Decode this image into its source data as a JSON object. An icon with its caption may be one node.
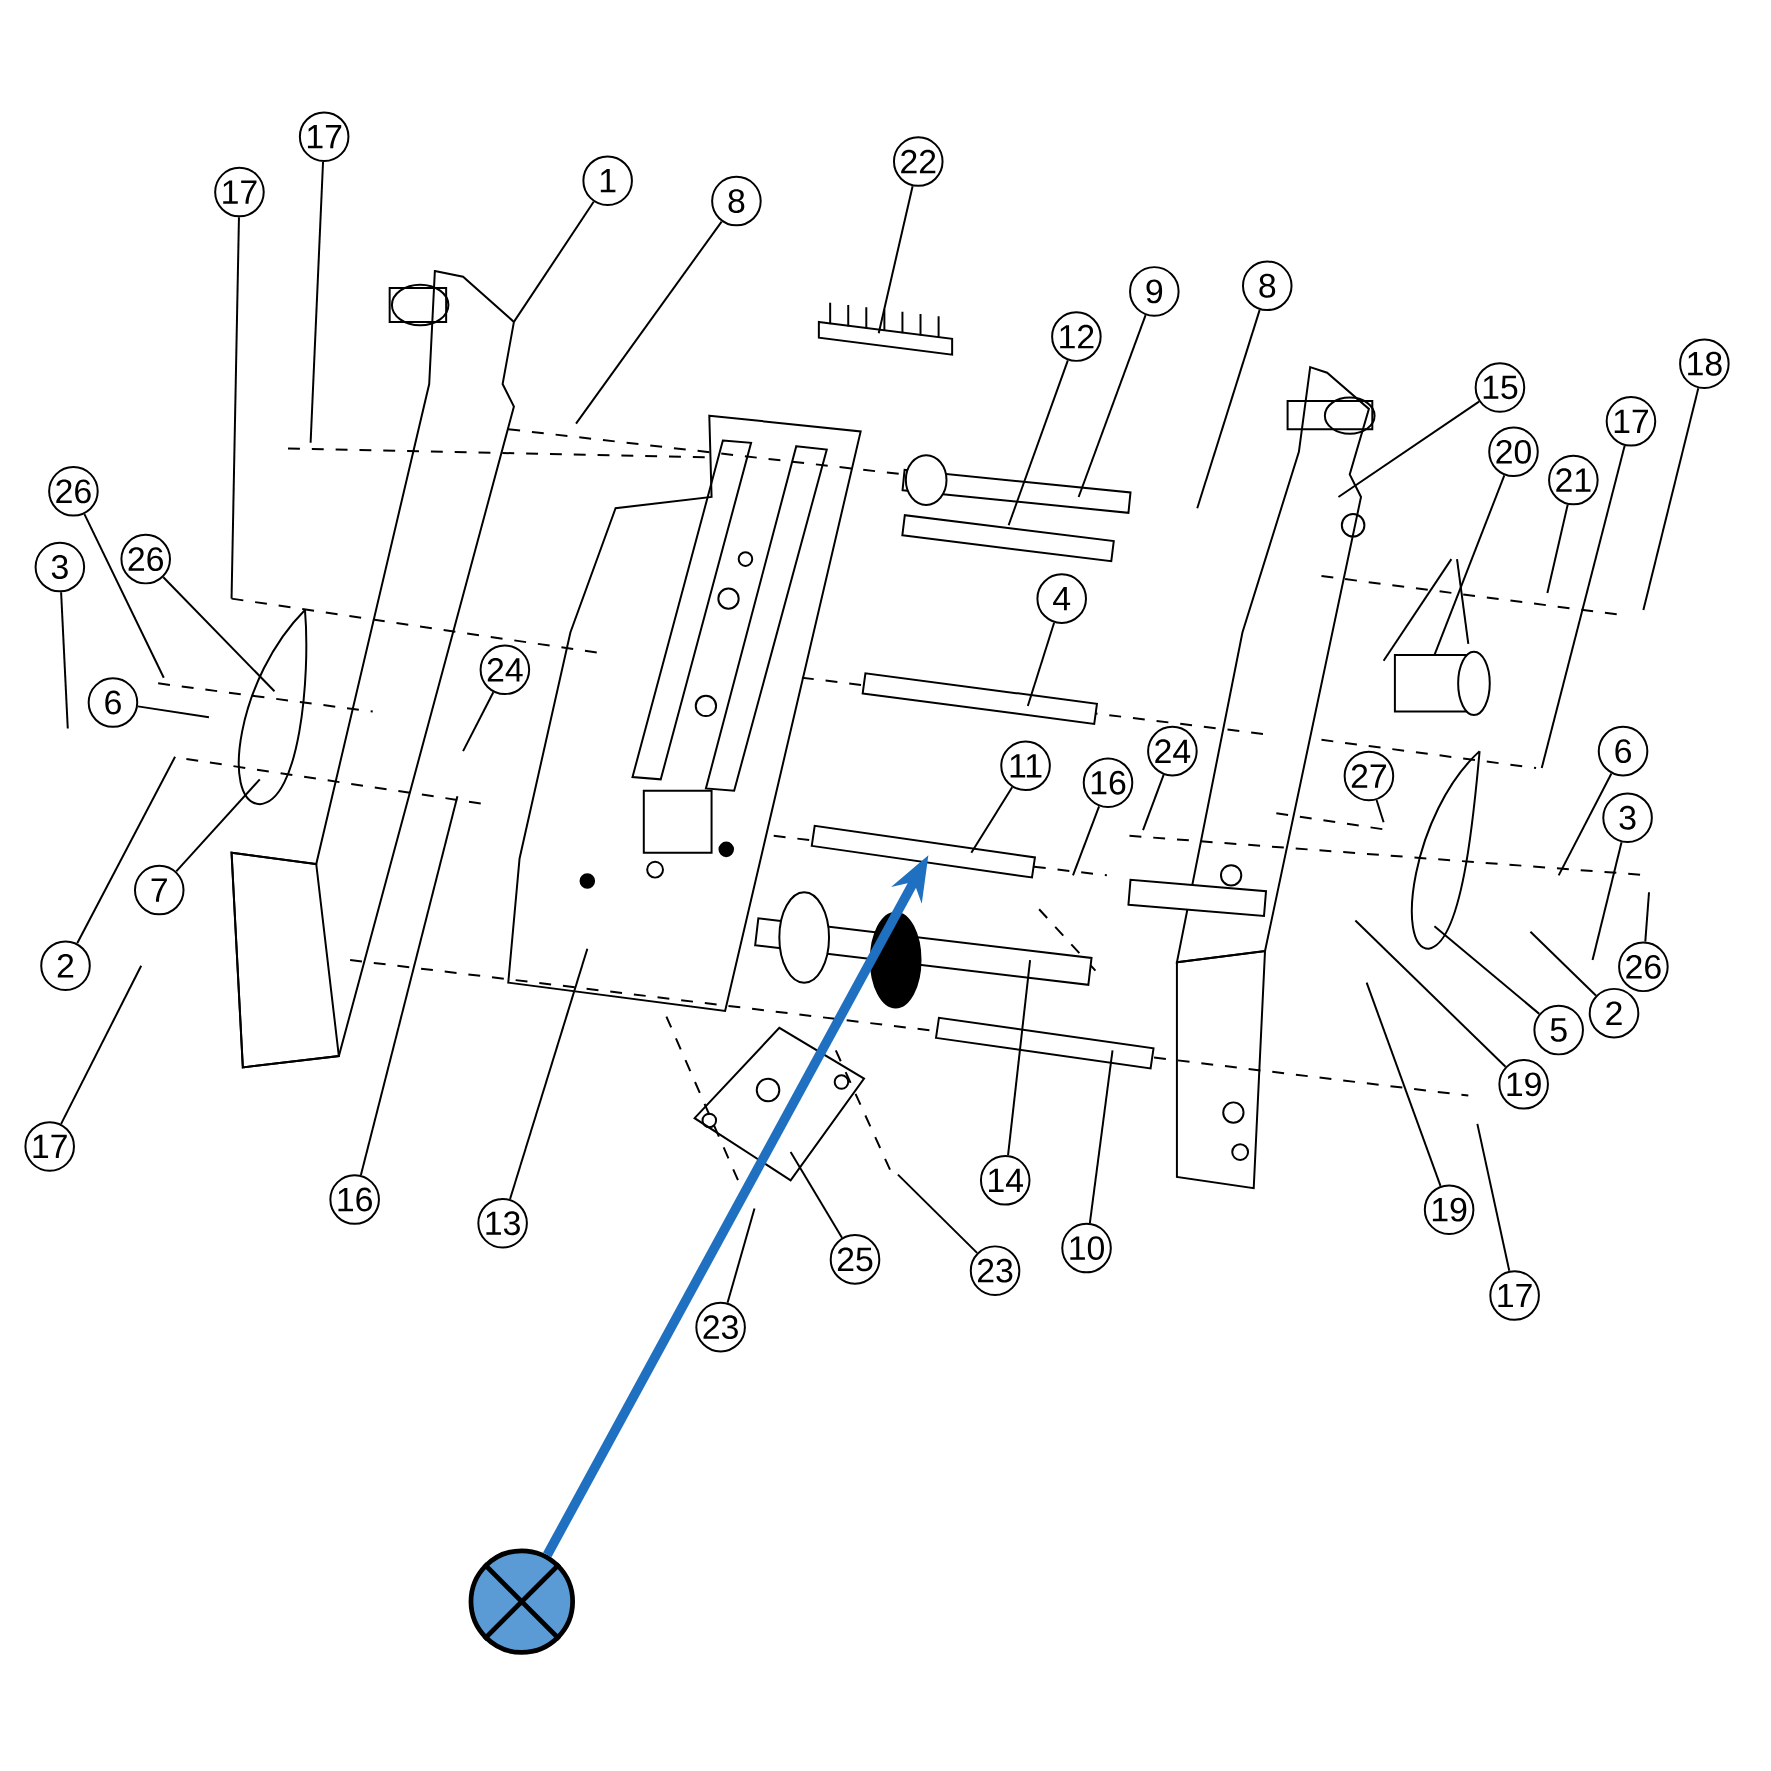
{
  "diagram": {
    "nodes": [
      {
        "text": [
          "17"
        ]
      },
      {
        "text": [
          "17"
        ]
      },
      {
        "text": [
          "1"
        ]
      },
      {
        "text": [
          "8"
        ]
      },
      {
        "text": [
          "22"
        ]
      },
      {
        "text": [
          "9"
        ]
      },
      {
        "text": [
          "8"
        ]
      },
      {
        "text": [
          "12"
        ]
      },
      {
        "text": [
          "18"
        ]
      },
      {
        "text": [
          "15"
        ]
      },
      {
        "text": [
          "17"
        ]
      },
      {
        "text": [
          "20"
        ]
      },
      {
        "text": [
          "21"
        ]
      },
      {
        "text": [
          "26"
        ]
      },
      {
        "text": [
          "26"
        ]
      },
      {
        "text": [
          "3"
        ]
      },
      {
        "text": [
          "4"
        ]
      },
      {
        "text": [
          "24"
        ]
      },
      {
        "text": [
          "6"
        ]
      },
      {
        "text": [
          "24"
        ]
      },
      {
        "text": [
          "6"
        ]
      },
      {
        "text": [
          "11"
        ]
      },
      {
        "text": [
          "16"
        ]
      },
      {
        "text": [
          "27"
        ]
      },
      {
        "text": [
          "3"
        ]
      },
      {
        "text": [
          "7"
        ]
      },
      {
        "text": [
          "26"
        ]
      },
      {
        "text": [
          "2"
        ]
      },
      {
        "text": [
          "5"
        ]
      },
      {
        "text": [
          "2"
        ]
      },
      {
        "text": [
          "19"
        ]
      },
      {
        "text": [
          "17"
        ]
      },
      {
        "text": [
          "16"
        ]
      },
      {
        "text": [
          "14"
        ]
      },
      {
        "text": [
          "13"
        ]
      },
      {
        "text": [
          "10"
        ]
      },
      {
        "text": [
          "19"
        ]
      },
      {
        "text": [
          "25"
        ]
      },
      {
        "text": [
          "23"
        ]
      },
      {
        "text": [
          "23"
        ]
      },
      {
        "text": [
          "17"
        ]
      },
      {
        "text": [],
        "shape": "circle"
      }
    ],
    "edges": [
      {
        "from": 0,
        "to": null,
        "arrow": "none"
      },
      {
        "from": 1,
        "to": null,
        "arrow": "none"
      },
      {
        "from": 2,
        "to": null,
        "arrow": "none"
      },
      {
        "from": 3,
        "to": null,
        "arrow": "none"
      },
      {
        "from": 4,
        "to": null,
        "arrow": "none"
      },
      {
        "from": 5,
        "to": null,
        "arrow": "none"
      },
      {
        "from": 6,
        "to": null,
        "arrow": "none"
      },
      {
        "from": 7,
        "to": null,
        "arrow": "none"
      },
      {
        "from": 8,
        "to": null,
        "arrow": "none"
      },
      {
        "from": 9,
        "to": null,
        "arrow": "none"
      },
      {
        "from": 10,
        "to": null,
        "arrow": "none"
      },
      {
        "from": 11,
        "to": null,
        "arrow": "none"
      },
      {
        "from": 12,
        "to": null,
        "arrow": "none"
      },
      {
        "from": 13,
        "to": null,
        "arrow": "none"
      },
      {
        "from": 14,
        "to": null,
        "arrow": "none"
      },
      {
        "from": 15,
        "to": null,
        "arrow": "none"
      },
      {
        "from": 16,
        "to": null,
        "arrow": "none"
      },
      {
        "from": 17,
        "to": null,
        "arrow": "none"
      },
      {
        "from": 18,
        "to": null,
        "arrow": "none"
      },
      {
        "from": 19,
        "to": null,
        "arrow": "none"
      },
      {
        "from": 20,
        "to": null,
        "arrow": "none"
      },
      {
        "from": 21,
        "to": null,
        "arrow": "none"
      },
      {
        "from": 22,
        "to": null,
        "arrow": "none"
      },
      {
        "from": 23,
        "to": null,
        "arrow": "none"
      },
      {
        "from": 24,
        "to": null,
        "arrow": "none"
      },
      {
        "from": 25,
        "to": null,
        "arrow": "none"
      },
      {
        "from": 26,
        "to": null,
        "arrow": "none"
      },
      {
        "from": 27,
        "to": null,
        "arrow": "none"
      },
      {
        "from": 28,
        "to": null,
        "arrow": "none"
      },
      {
        "from": 29,
        "to": null,
        "arrow": "none"
      },
      {
        "from": 30,
        "to": null,
        "arrow": "none"
      },
      {
        "from": 31,
        "to": null,
        "arrow": "none"
      },
      {
        "from": 32,
        "to": null,
        "arrow": "none"
      },
      {
        "from": 33,
        "to": null,
        "arrow": "none"
      },
      {
        "from": 34,
        "to": null,
        "arrow": "none"
      },
      {
        "from": 35,
        "to": null,
        "arrow": "none"
      },
      {
        "from": 36,
        "to": null,
        "arrow": "none"
      },
      {
        "from": 37,
        "to": null,
        "arrow": "none"
      },
      {
        "from": 38,
        "to": null,
        "arrow": "none"
      },
      {
        "from": 39,
        "to": null,
        "arrow": "none"
      },
      {
        "from": 40,
        "to": null,
        "arrow": "none"
      },
      {
        "from": 41,
        "to": null,
        "arrow": "to",
        "style": "thick",
        "color": "#1f70c0"
      }
    ]
  }
}
